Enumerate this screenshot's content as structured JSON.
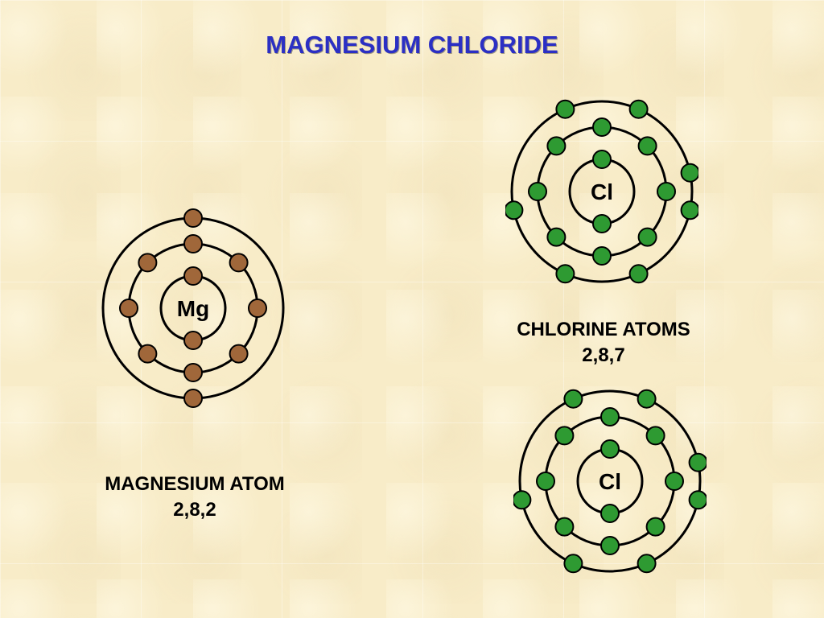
{
  "title": "MAGNESIUM CHLORIDE",
  "magnesium": {
    "symbol": "Mg",
    "caption": "MAGNESIUM ATOM",
    "configuration": "2,8,2",
    "shells": [
      2,
      8,
      2
    ],
    "electron_color": "#a0673a"
  },
  "chlorine": {
    "caption": "CHLORINE ATOMS",
    "configuration": "2,8,7",
    "atoms": [
      {
        "symbol": "Cl",
        "shells": [
          2,
          8,
          7
        ]
      },
      {
        "symbol": "Cl",
        "shells": [
          2,
          8,
          7
        ]
      }
    ],
    "electron_color": "#2e9a32"
  }
}
